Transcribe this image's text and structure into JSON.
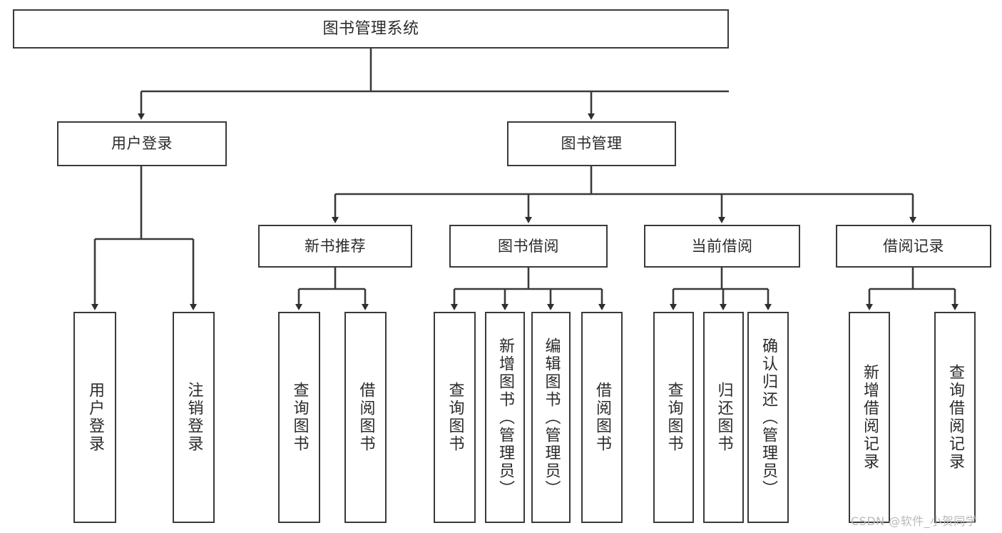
{
  "diagram": {
    "type": "tree",
    "title": "图书管理系统",
    "orientation": "top-down",
    "line_color": "#3a3a3a",
    "box_fill": "#ffffff",
    "text_color": "#2b2b2b",
    "nodes": {
      "root": {
        "label": "图书管理系统",
        "level": 1
      },
      "l2": [
        {
          "id": "user-login",
          "label": "用户登录",
          "level": 2
        },
        {
          "id": "book-manage",
          "label": "图书管理",
          "level": 2
        }
      ],
      "l3": [
        {
          "id": "new-book-rec",
          "label": "新书推荐",
          "level": 3
        },
        {
          "id": "book-borrow",
          "label": "图书借阅",
          "level": 3
        },
        {
          "id": "current-borrow",
          "label": "当前借阅",
          "level": 3
        },
        {
          "id": "borrow-record",
          "label": "借阅记录",
          "level": 3
        }
      ],
      "leaves": [
        {
          "id": "leaf-user-login",
          "label": "用户登录",
          "parent": "user-login"
        },
        {
          "id": "leaf-logout",
          "label": "注销登录",
          "parent": "user-login"
        },
        {
          "id": "leaf-query-book-1",
          "label": "查询图书",
          "parent": "new-book-rec"
        },
        {
          "id": "leaf-borrow-book-1",
          "label": "借阅图书",
          "parent": "new-book-rec"
        },
        {
          "id": "leaf-query-book-2",
          "label": "查询图书",
          "parent": "book-borrow"
        },
        {
          "id": "leaf-add-book",
          "label": "新增图书（管理员）",
          "parent": "book-borrow"
        },
        {
          "id": "leaf-edit-book",
          "label": "编辑图书（管理员）",
          "parent": "book-borrow"
        },
        {
          "id": "leaf-borrow-book-2",
          "label": "借阅图书",
          "parent": "book-borrow"
        },
        {
          "id": "leaf-query-book-3",
          "label": "查询图书",
          "parent": "current-borrow"
        },
        {
          "id": "leaf-return-book",
          "label": "归还图书",
          "parent": "current-borrow"
        },
        {
          "id": "leaf-confirm-return",
          "label": "确认归还（管理员）",
          "parent": "current-borrow"
        },
        {
          "id": "leaf-add-record",
          "label": "新增借阅记录",
          "parent": "borrow-record"
        },
        {
          "id": "leaf-query-record",
          "label": "查询借阅记录",
          "parent": "borrow-record"
        }
      ]
    }
  },
  "watermark": {
    "text": "CSDN @软件_小贺同学"
  }
}
